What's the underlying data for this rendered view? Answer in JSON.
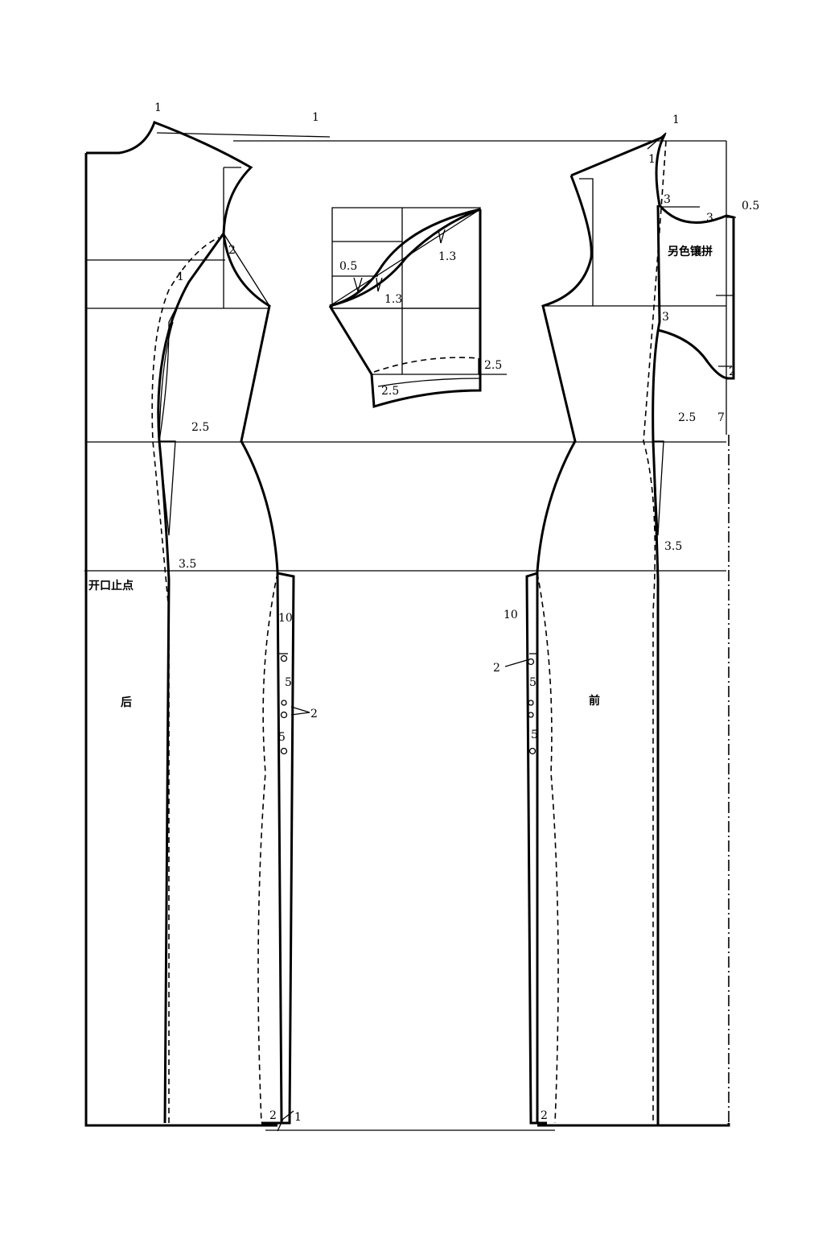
{
  "diagram": {
    "back_piece": {
      "label": "后",
      "slit_stop": "开口止点",
      "dims": {
        "shoulder_top": "1",
        "top_line": "1",
        "armhole": "2",
        "dart_top": "1",
        "waist_dart": "2.5",
        "hip_dart": "3.5",
        "slit_length": "10",
        "button_spacing_1": "5",
        "button_count": "2",
        "button_spacing_2": "5",
        "hem_left": "2",
        "hem_right": "1"
      }
    },
    "sleeve": {
      "dims": {
        "cap_upper": "1.3",
        "cap_ease": "0.5",
        "cap_lower": "1.3",
        "cuff_right": "2.5",
        "cuff_bottom": "2.5"
      }
    },
    "front_piece": {
      "label": "前",
      "contrast_panel": "另色镶拼",
      "dims": {
        "shoulder_top": "1",
        "neck_drop": "1",
        "neck_3a": "3",
        "neck_3b": "3",
        "neck_ext": "0.5",
        "placket_3": "3",
        "placket_2": "2",
        "waist_dart": "2.5",
        "center_7": "7",
        "hip_dart": "3.5",
        "slit_length": "10",
        "button_count": "2",
        "button_spacing_1": "5",
        "button_spacing_2": "5",
        "hem": "2"
      }
    }
  }
}
